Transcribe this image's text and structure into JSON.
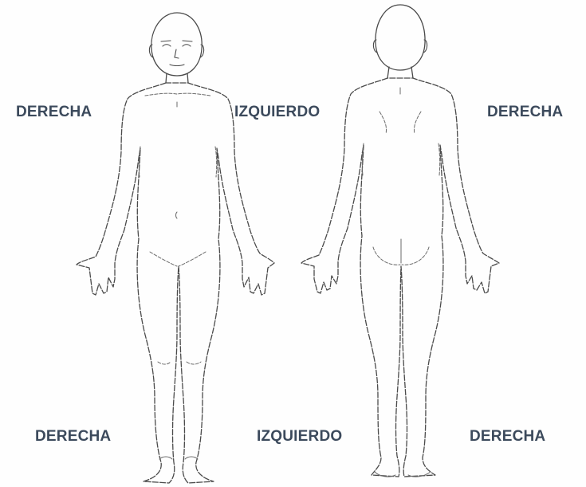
{
  "labels": {
    "top_left": "DERECHA",
    "top_middle": "IZQUIERDO",
    "top_right": "DERECHA",
    "bottom_left": "DERECHA",
    "bottom_middle": "IZQUIERDO",
    "bottom_right": "DERECHA"
  },
  "colors": {
    "label_text": "#3c4a5c",
    "outline": "#4a4a4a",
    "background": "#fefefe"
  }
}
